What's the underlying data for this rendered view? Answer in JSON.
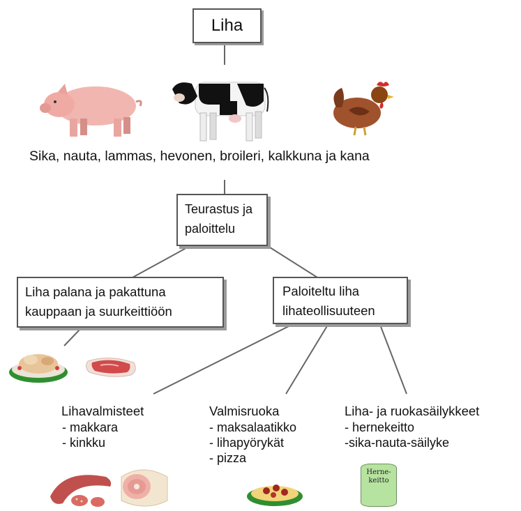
{
  "root": {
    "label": "Liha"
  },
  "animals": {
    "caption": "Sika, nauta, lammas, hevonen, broileri, kalkkuna ja kana",
    "images": [
      "pig-image",
      "cow-image",
      "hen-image"
    ]
  },
  "slaughter": {
    "label": "Teurastus ja\npaloittelu"
  },
  "branch_left": {
    "label": "Liha palana ja pakattuna\nkauppaan ja suurkeittiöön"
  },
  "branch_right": {
    "label": "Paloiteltu liha\nlihateollisuuteen"
  },
  "products": [
    {
      "title": "Lihavalmisteet",
      "items": [
        "- makkara",
        "- kinkku"
      ]
    },
    {
      "title": "Valmisruoka",
      "items": [
        "- maksalaatikko",
        "- lihapyörykät",
        "- pizza"
      ]
    },
    {
      "title": "Liha- ja ruokasäilykkeet",
      "items": [
        "- hernekeitto",
        "-sika-nauta-säilyke"
      ]
    }
  ],
  "can_label": {
    "line1": "Herne-",
    "line2": "keitto"
  },
  "colors": {
    "box_border": "#555555",
    "box_shadow": "#9a9a9a",
    "line": "#666666"
  }
}
